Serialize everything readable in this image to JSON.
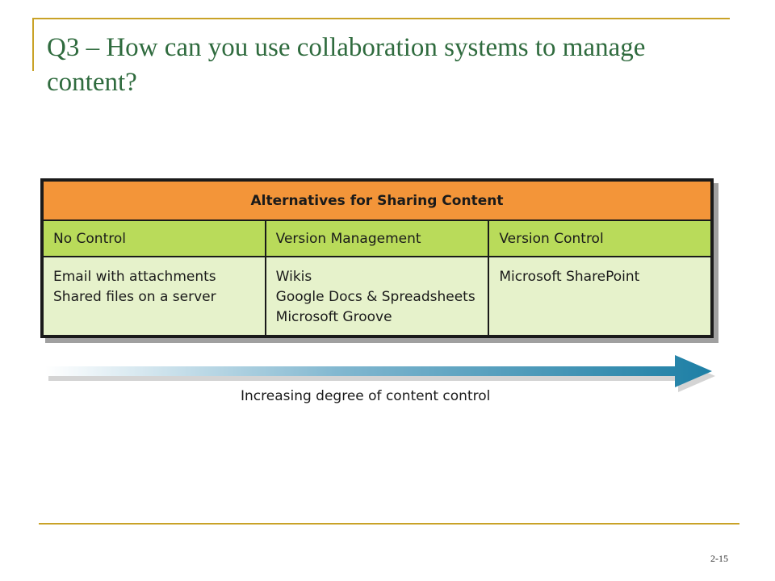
{
  "slide": {
    "title": "Q3 – How can you use collaboration systems to manage content?",
    "slide_number": "2-15"
  },
  "table": {
    "header": "Alternatives for Sharing Content",
    "columns": [
      "No Control",
      "Version Management",
      "Version Control"
    ],
    "cells": [
      [
        "Email with attachments",
        "Shared files on a server"
      ],
      [
        "Wikis",
        "Google Docs & Spreadsheets",
        "Microsoft Groove"
      ],
      [
        "Microsoft SharePoint"
      ]
    ]
  },
  "arrow": {
    "caption": "Increasing degree of content control",
    "color_start": "#ffffff",
    "color_end": "#1d7fa5"
  },
  "colors": {
    "title": "#2f6b3e",
    "rule": "#c9a227",
    "table_header": "#f39539",
    "column_header": "#b9db5a",
    "body_cell": "#e6f2cb"
  }
}
